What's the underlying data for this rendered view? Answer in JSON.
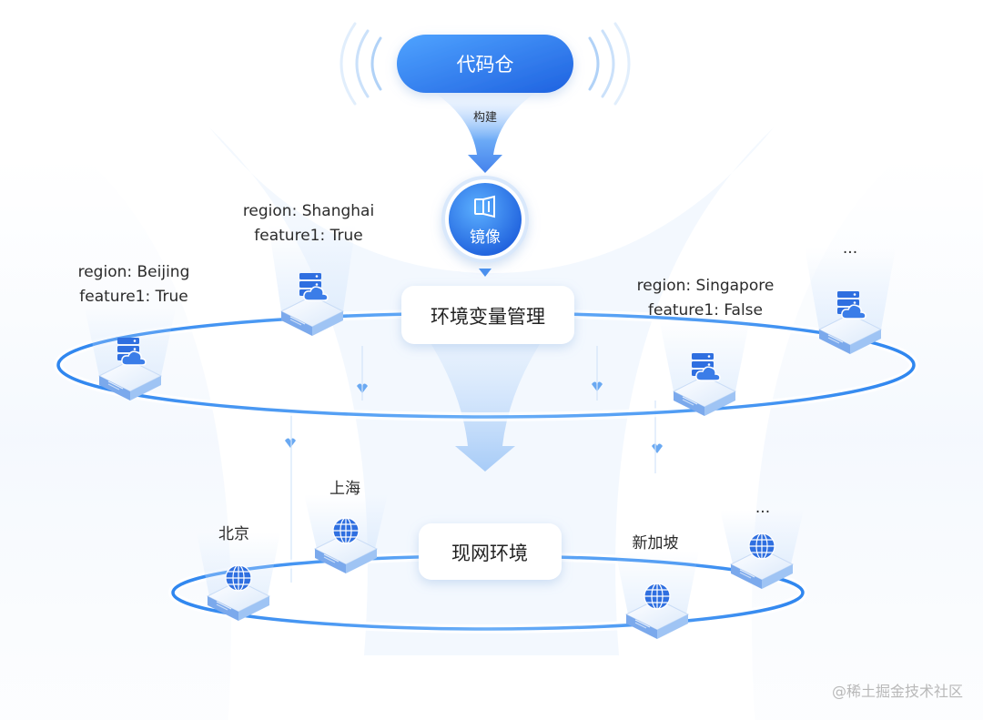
{
  "colors": {
    "primary": "#2f7cf0",
    "primary_dark": "#1f62e0",
    "ring": "#3c8ef0",
    "text": "#2b2b2b",
    "watermark": "#b8b8b8"
  },
  "repo": {
    "label": "代码仓"
  },
  "build": {
    "label": "构建"
  },
  "image": {
    "label": "镜像",
    "icon": "container-image-icon"
  },
  "env_mgmt": {
    "label": "环境变量管理",
    "nodes": [
      {
        "key": "shanghai",
        "lines": [
          "region: Shanghai",
          "feature1: True"
        ],
        "icon": "cloud-server-icon"
      },
      {
        "key": "beijing",
        "lines": [
          "region: Beijing",
          "feature1: True"
        ],
        "icon": "cloud-server-icon"
      },
      {
        "key": "singapore",
        "lines": [
          "region: Singapore",
          "feature1: False"
        ],
        "icon": "cloud-server-icon"
      },
      {
        "key": "more",
        "lines": [
          "..."
        ],
        "icon": "cloud-server-icon"
      }
    ]
  },
  "live_env": {
    "label": "现网环境",
    "nodes": [
      {
        "key": "beijing",
        "label": "北京",
        "icon": "globe-icon"
      },
      {
        "key": "shanghai",
        "label": "上海",
        "icon": "globe-icon"
      },
      {
        "key": "singapore",
        "label": "新加坡",
        "icon": "globe-icon"
      },
      {
        "key": "more",
        "label": "...",
        "icon": "globe-icon"
      }
    ]
  },
  "watermark": "@稀土掘金技术社区"
}
